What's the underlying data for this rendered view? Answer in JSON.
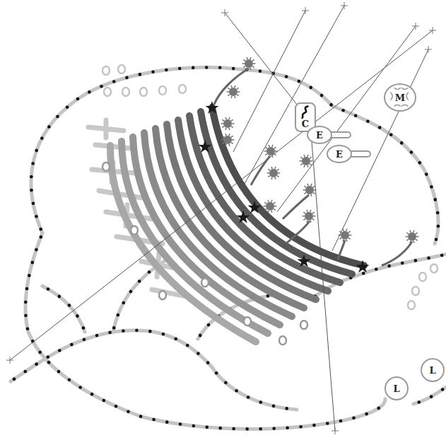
{
  "diagram": {
    "nodes": [
      {
        "text": [
          "M"
        ]
      },
      {
        "text": [
          "C"
        ]
      },
      {
        "text": [
          "E"
        ]
      },
      {
        "text": [
          "E"
        ]
      },
      {
        "text": [
          "L"
        ]
      },
      {
        "text": [
          "L"
        ]
      }
    ]
  }
}
